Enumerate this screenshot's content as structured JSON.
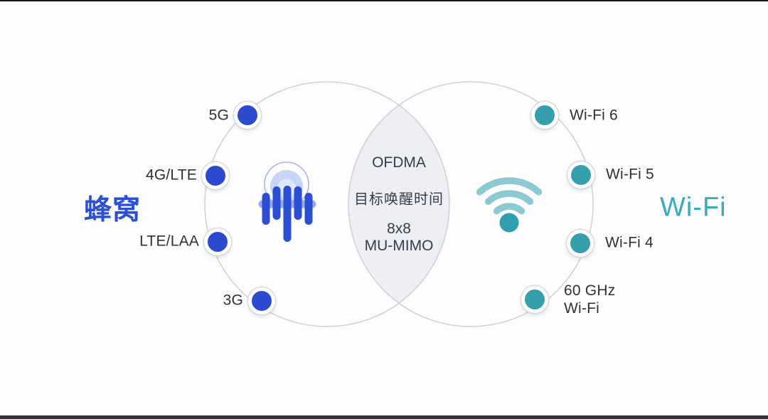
{
  "page": {
    "background": "#fdfdfd",
    "top_bar_color": "#191919",
    "bottom_bar_color": "#2e343e"
  },
  "colors": {
    "cellular_dot_blue": "#2b4ad0",
    "wifi_dot_teal": "#35a0ac",
    "heading_blue": "#2b50d8",
    "heading_teal": "#39acbc",
    "overlap_fill": "#edeff4",
    "circle_stroke": "#cfd3da",
    "label_text": "#2e3138"
  },
  "headings": {
    "cellular": "蜂窝",
    "wifi": "Wi-Fi"
  },
  "cellular_circle": {
    "icon": "cell-tower-icon",
    "items": [
      {
        "label": "5G"
      },
      {
        "label": "4G/LTE"
      },
      {
        "label": "LTE/LAA"
      },
      {
        "label": "3G"
      }
    ]
  },
  "wifi_circle": {
    "icon": "wifi-signal-icon",
    "items": [
      {
        "label": "Wi-Fi 6"
      },
      {
        "label": "Wi-Fi 5"
      },
      {
        "label": "Wi-Fi 4"
      },
      {
        "label": "60 GHz\nWi-Fi"
      }
    ]
  },
  "overlap": {
    "items": [
      "OFDMA",
      "目标唤醒时间",
      "8x8\nMU-MIMO"
    ]
  }
}
